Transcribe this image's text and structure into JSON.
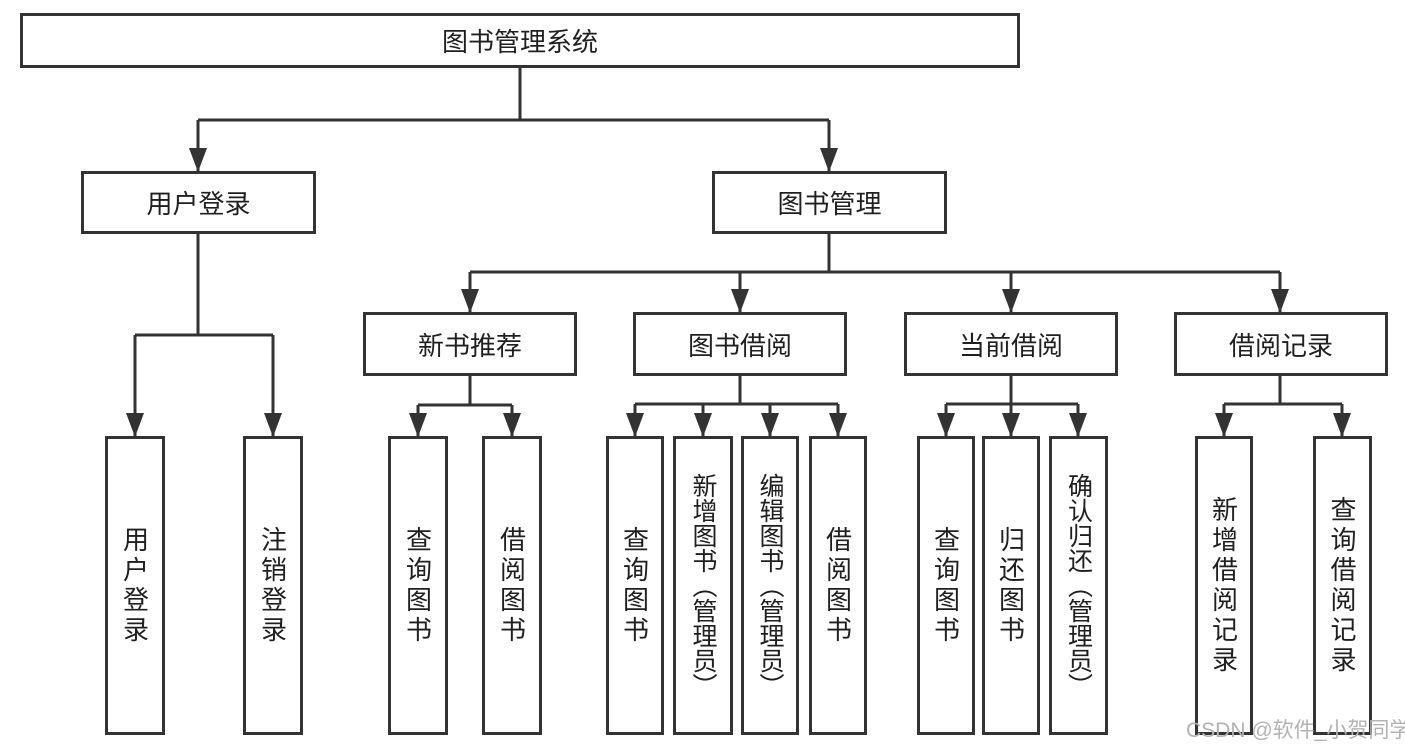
{
  "tree": {
    "root": {
      "label": "图书管理系统"
    },
    "branches": [
      {
        "label": "用户登录",
        "children": [
          {
            "label": "用户登录"
          },
          {
            "label": "注销登录"
          }
        ]
      },
      {
        "label": "图书管理",
        "children": [
          {
            "label": "新书推荐",
            "children": [
              {
                "label": "查询图书"
              },
              {
                "label": "借阅图书"
              }
            ]
          },
          {
            "label": "图书借阅",
            "children": [
              {
                "label": "查询图书"
              },
              {
                "label": "新增图书（管理员）"
              },
              {
                "label": "编辑图书（管理员）"
              },
              {
                "label": "借阅图书"
              }
            ]
          },
          {
            "label": "当前借阅",
            "children": [
              {
                "label": "查询图书"
              },
              {
                "label": "归还图书"
              },
              {
                "label": "确认归还（管理员）"
              }
            ]
          },
          {
            "label": "借阅记录",
            "children": [
              {
                "label": "新增借阅记录"
              },
              {
                "label": "查询借阅记录"
              }
            ]
          }
        ]
      }
    ]
  },
  "watermark": {
    "text": "CSDN @软件_小贺同学"
  },
  "colors": {
    "line": "#333333",
    "box_border": "#333333",
    "text": "#1f1f1f",
    "watermark": "#b3b3b3",
    "background": "#ffffff"
  }
}
